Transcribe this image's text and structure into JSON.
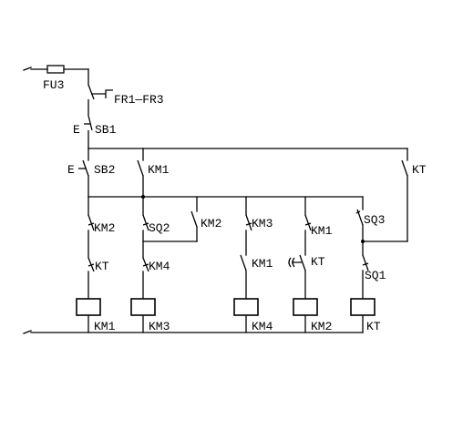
{
  "diagram": {
    "fuse": "FU3",
    "thermal_relays": "FR1—FR3",
    "stop_button": "SB1",
    "start_button": "SB2",
    "button_mark": "E",
    "contacts": {
      "km1_hold": "KM1",
      "kt_top": "KT",
      "km2_nc_c1": "KM2",
      "kt_nc_c1": "KT",
      "sq2": "SQ2",
      "km4_c2": "KM4",
      "km2_hold": "KM2",
      "km3_nc": "KM3",
      "km1_no_c3": "KM1",
      "km1_nc_c4": "KM1",
      "kt_delay": "KT",
      "sq3": "SQ3",
      "sq1": "SQ1"
    },
    "coils": [
      "KM1",
      "KM3",
      "KM4",
      "KM2",
      "KT"
    ]
  }
}
